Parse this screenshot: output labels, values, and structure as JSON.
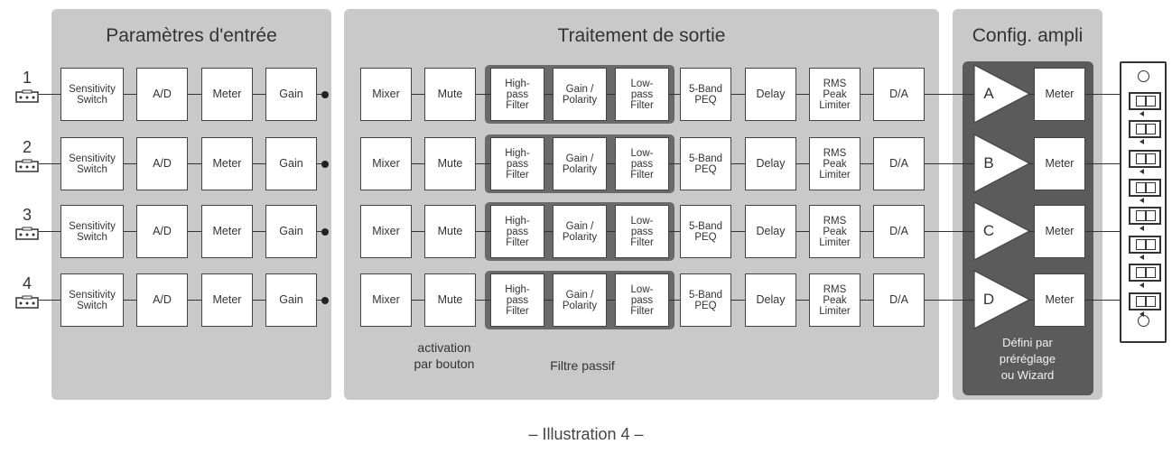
{
  "panels": {
    "input_title": "Paramètres d'entrée",
    "output_title": "Traitement de sortie",
    "amp_title": "Config. ampli"
  },
  "channels": [
    "1",
    "2",
    "3",
    "4"
  ],
  "amps": [
    "A",
    "B",
    "C",
    "D"
  ],
  "blocks": {
    "sensitivity": "Sensitivity\nSwitch",
    "ad": "A/D",
    "meter": "Meter",
    "gain": "Gain",
    "mixer": "Mixer",
    "mute": "Mute",
    "hpf": "High-\npass\nFilter",
    "gain_polarity": "Gain /\nPolarity",
    "lpf": "Low-\npass\nFilter",
    "peq": "5-Band\nPEQ",
    "delay": "Delay",
    "limiter": "RMS\nPeak\nLimiter",
    "da": "D/A",
    "amp_meter": "Meter"
  },
  "notes": {
    "mute_note": "activation\npar bouton",
    "filter_note": "Filtre passif",
    "amp_note": "Défini par\npréréglage\nou Wizard"
  },
  "caption": "– Illustration 4 –",
  "colors": {
    "panel": "#c9c9c9",
    "amp_inner": "#5b5b5b",
    "filter_group": "#6a6a6a",
    "block_border": "#444444"
  }
}
